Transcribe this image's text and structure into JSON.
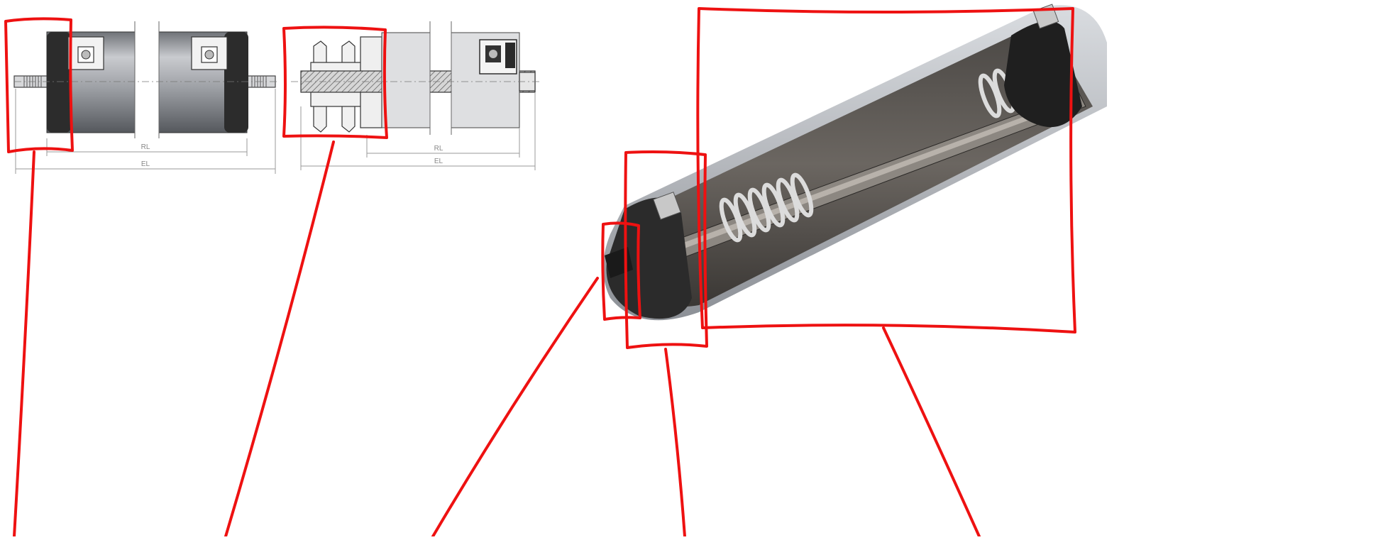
{
  "drawing_left": {
    "rl_label": "RL",
    "el_label": "EL"
  },
  "drawing_right": {
    "rl_label": "RL",
    "el_label": "EL"
  },
  "colors": {
    "callout_red": "#ee1111",
    "tube_grey": "#b9bbbf",
    "dark_end_cap": "#2b2b2b",
    "dimension_line": "#9a9a9a"
  }
}
